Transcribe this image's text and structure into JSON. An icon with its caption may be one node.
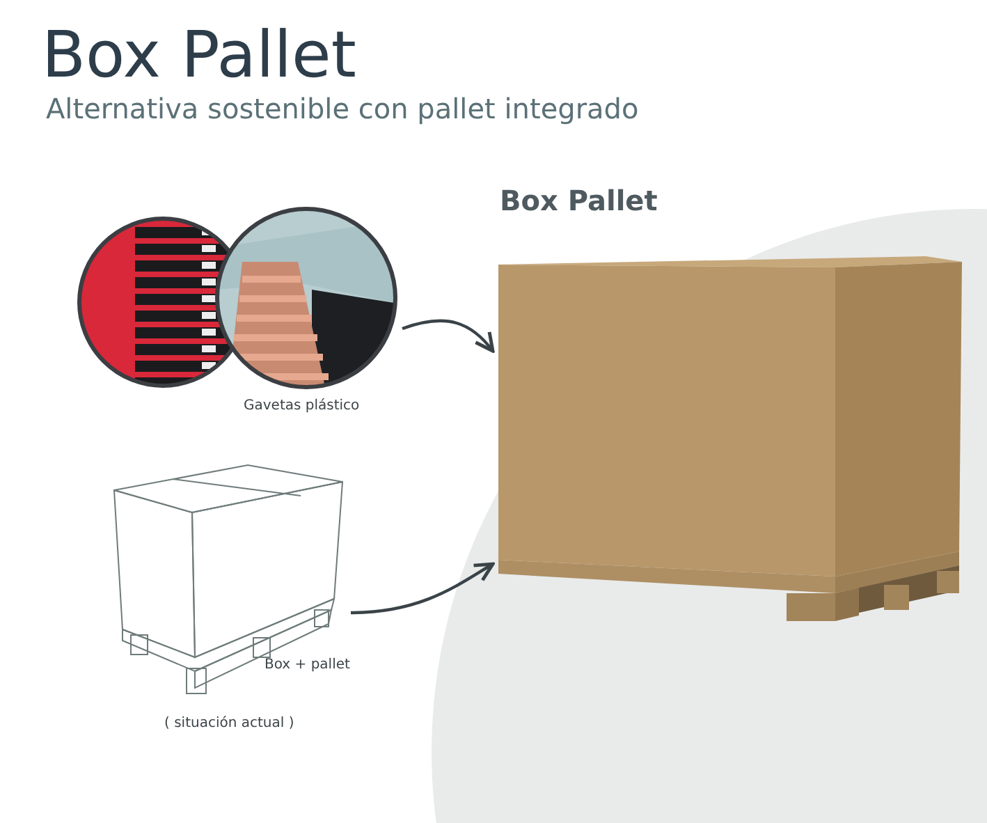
{
  "diagram": {
    "title": "Box Pallet",
    "nodes": [
      {
        "text": [],
        "shape": "picture",
        "beside": [
          "Gavetas plástico"
        ]
      },
      {
        "text": [],
        "shape": "picture",
        "beside": [
          "Box + pallet",
          "( situación actual )"
        ]
      },
      {
        "text": [
          "Box Pallet"
        ]
      }
    ],
    "edges": [
      {
        "from": 0,
        "to": 2,
        "arrow": "to"
      },
      {
        "from": 1,
        "to": 2,
        "arrow": "to"
      }
    ],
    "labels": [
      "Alternativa sostenible con pallet integrado"
    ]
  }
}
